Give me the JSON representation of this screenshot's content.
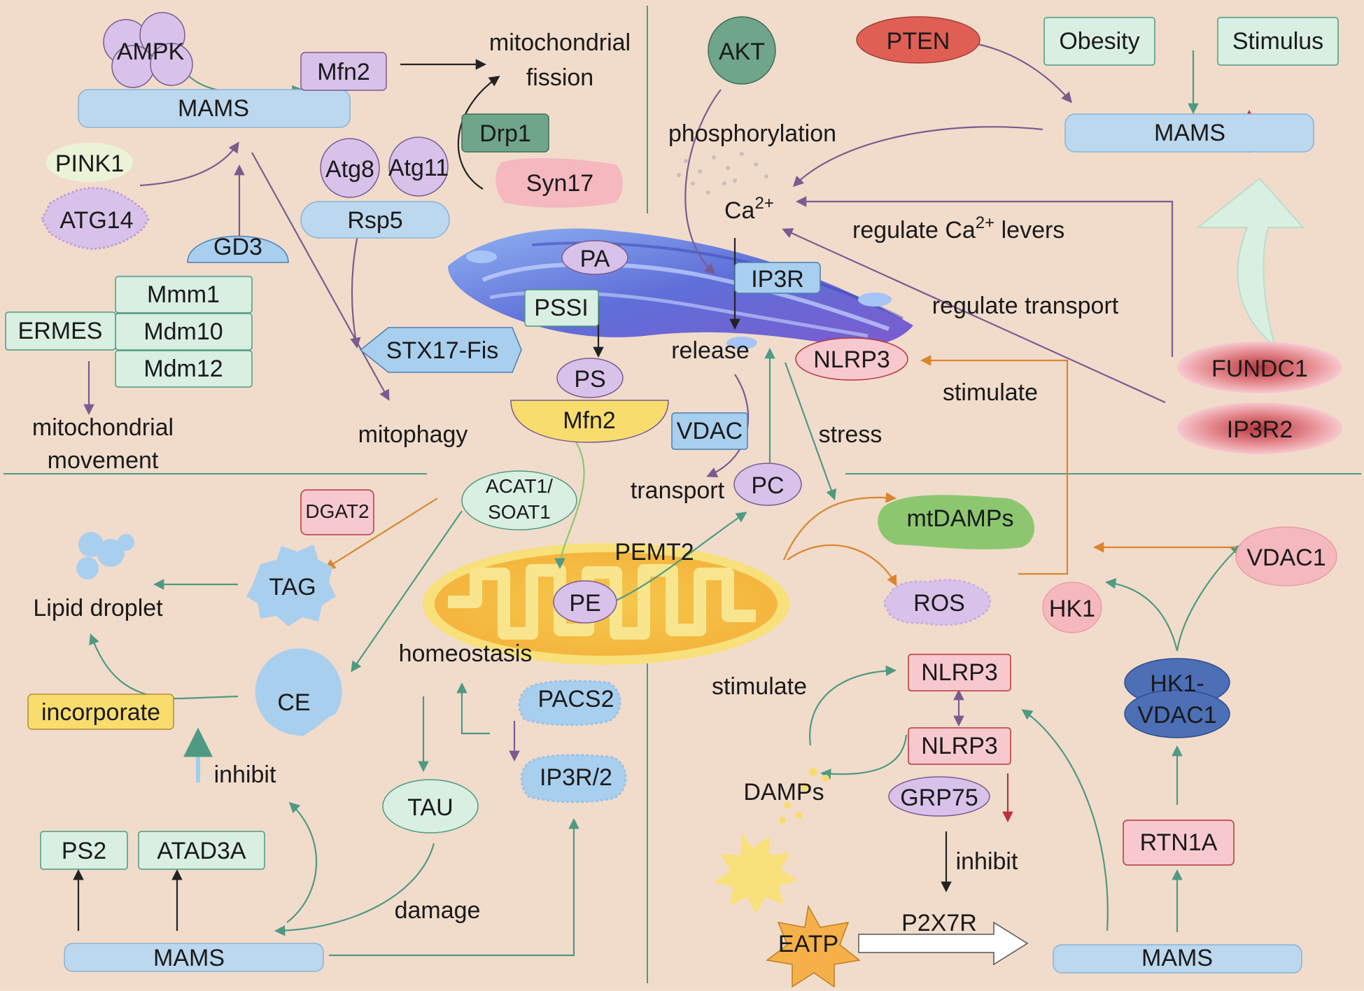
{
  "colors": {
    "background": "#f1dccb",
    "mams": "#bcd8ee",
    "mint": "#d8efe2",
    "purple": "#d9c2ea",
    "pink": "#f7c9cf",
    "blue": "#a9cfee",
    "yellow": "#f8dd6e",
    "green": "#8cc770",
    "arrow_teal": "#4e9a82",
    "arrow_purple": "#7a5b90",
    "arrow_orange": "#d9852f",
    "arrow_dark": "#222222"
  },
  "labels": {
    "ampk": "AMPK",
    "mfn2_top": "Mfn2",
    "mams_tl": "MAMS",
    "mito_fission": [
      "mitochondrial",
      "fission"
    ],
    "drp1": "Drp1",
    "syn17": "Syn17",
    "atg8": "Atg8",
    "atg11": "Atg11",
    "rsp5": "Rsp5",
    "pink1": "PINK1",
    "atg14": "ATG14",
    "gd3": "GD3",
    "mmm1": "Mmm1",
    "mdm10": "Mdm10",
    "mdm12": "Mdm12",
    "ermes": "ERMES",
    "mito_movement": [
      "mitochondrial",
      "movement"
    ],
    "stx17": "STX17-Fis",
    "mitophagy": "mitophagy",
    "akt": "AKT",
    "pten": "PTEN",
    "obesity": "Obesity",
    "stimulus": "Stimulus",
    "mams_tr": "MAMS",
    "phosphorylation": "phosphorylation",
    "ca": "Ca",
    "ca_sup": "2+",
    "regulate_ca": "regulate Ca",
    "regulate_ca_sup": "2+",
    "regulate_ca_tail": " levers",
    "regulate_transport": "regulate transport",
    "ip3r": "IP3R",
    "release": "release",
    "nlrp3_top": "NLRP3",
    "stimulate_top": "stimulate",
    "fundc1": "FUNDC1",
    "ip3r2": "IP3R2",
    "stress": "stress",
    "pa": "PA",
    "pssi": "PSSI",
    "ps": "PS",
    "mfn2_mid": "Mfn2",
    "vdac": "VDAC",
    "transport": "transport",
    "pc": "PC",
    "pemt2": "PEMT2",
    "pe": "PE",
    "mtdamps": "mtDAMPs",
    "ros": "ROS",
    "acat1": [
      "ACAT1/",
      "SOAT1"
    ],
    "dgat2": "DGAT2",
    "tag": "TAG",
    "lipid_droplet": "Lipid droplet",
    "incorporate": "incorporate",
    "ce": "CE",
    "homeostasis": "homeostasis",
    "inhibit_bl": "inhibit",
    "pacs2": "PACS2",
    "ip3r_2": "IP3R/2",
    "tau": "TAU",
    "ps2": "PS2",
    "atad3a": "ATAD3A",
    "damage": "damage",
    "mams_bl": "MAMS",
    "hk1": "HK1",
    "vdac1": "VDAC1",
    "hk1_vdac1": [
      "HK1-",
      "VDAC1"
    ],
    "stimulate_bot": "stimulate",
    "nlrp3_a": "NLRP3",
    "nlrp3_b": "NLRP3",
    "damps": "DAMPs",
    "grp75": "GRP75",
    "inhibit_br": "inhibit",
    "eatp": "EATP",
    "p2x7r": "P2X7R",
    "rtn1a": "RTN1A",
    "mams_br": "MAMS"
  }
}
